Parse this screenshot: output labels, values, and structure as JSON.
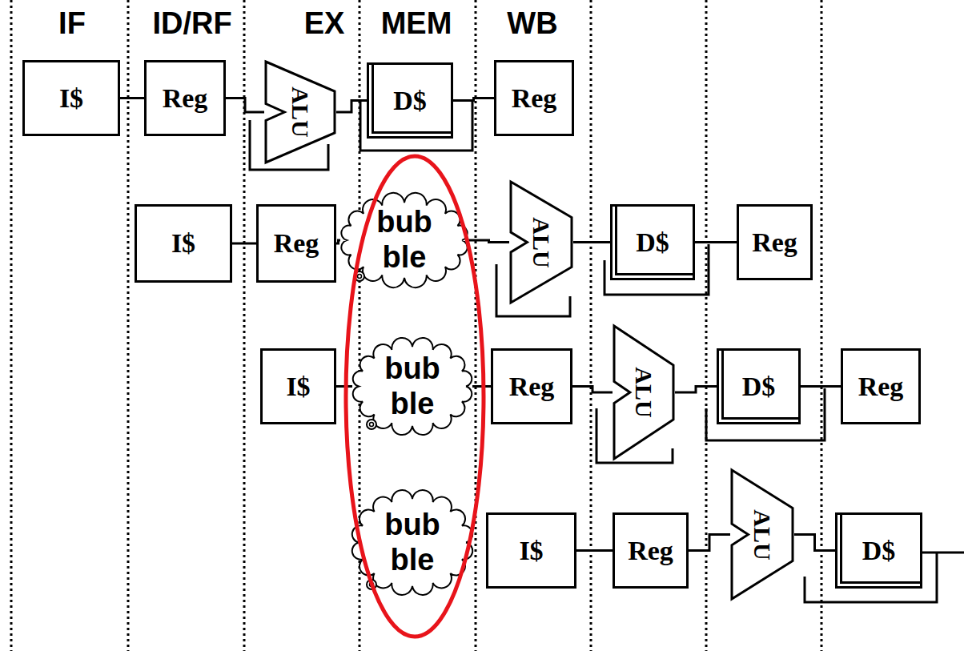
{
  "diagram": {
    "nodes": [
      {
        "text": [
          "I$"
        ]
      },
      {
        "text": [
          "Reg"
        ]
      },
      {
        "text": [
          "ALU"
        ]
      },
      {
        "text": [
          "D$"
        ]
      },
      {
        "text": [
          "Reg"
        ]
      },
      {
        "text": [
          "I$"
        ]
      },
      {
        "text": [
          "Reg"
        ]
      },
      {
        "text": [
          "bub ble"
        ]
      },
      {
        "text": [
          "ALU"
        ]
      },
      {
        "text": [
          "D$"
        ]
      },
      {
        "text": [
          "Reg"
        ]
      },
      {
        "text": [
          "I$"
        ]
      },
      {
        "text": [
          "bub ble"
        ]
      },
      {
        "text": [
          "Reg"
        ]
      },
      {
        "text": [
          "ALU"
        ]
      },
      {
        "text": [
          "D$"
        ]
      },
      {
        "text": [
          "Reg"
        ]
      },
      {
        "text": [
          "bub ble"
        ]
      },
      {
        "text": [
          "I$"
        ]
      },
      {
        "text": [
          "Reg"
        ]
      },
      {
        "text": [
          "ALU"
        ]
      },
      {
        "text": [
          "D$"
        ]
      }
    ],
    "edges": [
      {
        "from": 0,
        "to": 1,
        "arrow": "none"
      },
      {
        "from": 1,
        "to": 2,
        "arrow": "none"
      },
      {
        "from": 2,
        "to": 3,
        "arrow": "none"
      },
      {
        "from": 3,
        "to": 4,
        "arrow": "none"
      },
      {
        "from": 5,
        "to": 6,
        "arrow": "none"
      },
      {
        "from": 6,
        "to": 7,
        "arrow": "none"
      },
      {
        "from": 7,
        "to": 8,
        "arrow": "none"
      },
      {
        "from": 8,
        "to": 9,
        "arrow": "none"
      },
      {
        "from": 9,
        "to": 10,
        "arrow": "none"
      },
      {
        "from": 11,
        "to": 12,
        "arrow": "none"
      },
      {
        "from": 12,
        "to": 13,
        "arrow": "none"
      },
      {
        "from": 13,
        "to": 14,
        "arrow": "none"
      },
      {
        "from": 14,
        "to": 15,
        "arrow": "none"
      },
      {
        "from": 15,
        "to": 16,
        "arrow": "none"
      },
      {
        "from": 18,
        "to": 19,
        "arrow": "none"
      },
      {
        "from": 19,
        "to": 20,
        "arrow": "none"
      },
      {
        "from": 20,
        "to": 21,
        "arrow": "none"
      }
    ],
    "labels": [
      "IF",
      "ID/RF",
      "EX",
      "MEM",
      "WB"
    ]
  }
}
